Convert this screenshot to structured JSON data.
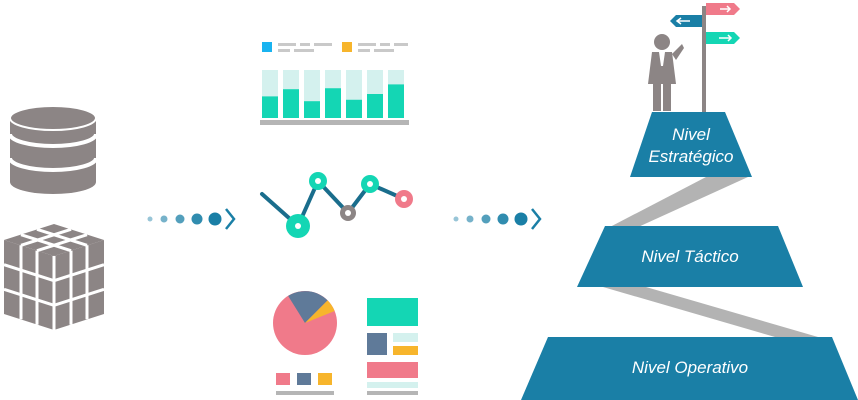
{
  "colors": {
    "primary_blue": "#1a7fa6",
    "teal": "#14d6b4",
    "salmon": "#f07a8a",
    "amber": "#f7b52c",
    "gray": "#8c8585",
    "slate": "#5f7a99",
    "light_teal": "#d4f1ee",
    "sky": "#19b3f0"
  },
  "pyramid": {
    "levels": [
      {
        "line1": "Nivel",
        "line2": "Estratégico"
      },
      {
        "line1": "Nivel Táctico"
      },
      {
        "line1": "Nivel Operativo"
      }
    ]
  },
  "icons": {
    "left": [
      "database-icon",
      "data-cube-icon"
    ],
    "center": [
      "bar-chart-icon",
      "line-chart-icon",
      "pie-chart-icon",
      "dashboard-icon"
    ],
    "top": [
      "businessman-icon",
      "signpost-icon"
    ],
    "connectors": [
      "dotted-arrow-icon",
      "dotted-arrow-icon"
    ]
  },
  "bar_chart": {
    "values": [
      0.45,
      0.6,
      0.35,
      0.62,
      0.38,
      0.5,
      0.7
    ],
    "max": 1.0
  }
}
